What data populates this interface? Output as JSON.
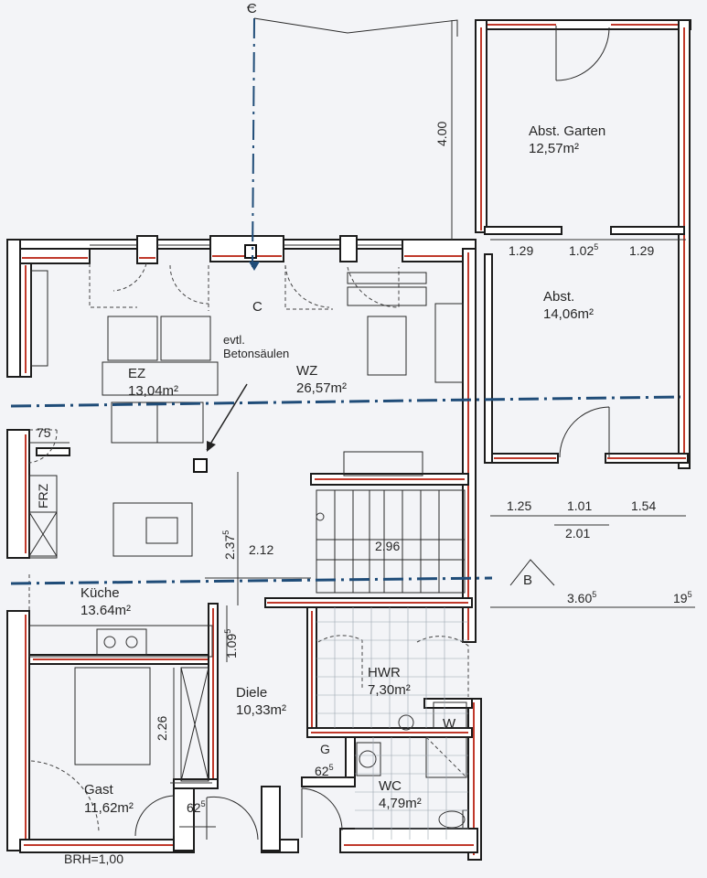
{
  "rooms": {
    "garden": {
      "name": "Abst. Garten",
      "area": "12,57m²"
    },
    "abst": {
      "name": "Abst.",
      "area": "14,06m²"
    },
    "ez": {
      "name": "EZ",
      "area": "13,04m²"
    },
    "wz": {
      "name": "WZ",
      "area": "26,57m²"
    },
    "kueche": {
      "name": "Küche",
      "area": "13.64m²"
    },
    "diele": {
      "name": "Diele",
      "area": "10,33m²"
    },
    "hwr": {
      "name": "HWR",
      "area": "7,30m²"
    },
    "wc": {
      "name": "WC",
      "area": "4,79m²"
    },
    "gast": {
      "name": "Gast",
      "area": "11,62m²"
    }
  },
  "labels": {
    "section_c": "C",
    "section_b": "B",
    "column_note_1": "evtl.",
    "column_note_2": "Betonsäulen",
    "frz": "FRZ",
    "w": "W",
    "g": "G",
    "brh": "BRH=1,00"
  },
  "dimensions": {
    "d400": "4.00",
    "d129a": "1.29",
    "d1025": "1.02",
    "d1025_sup": "5",
    "d129b": "1.29",
    "d125": "1.25",
    "d101": "1.01",
    "d154": "1.54",
    "d201": "2.01",
    "d3605": "3.60",
    "d3605_sup": "5",
    "d195": "19",
    "d195_sup": "5",
    "d75": "75",
    "d2375": "2.37",
    "d2375_sup": "5",
    "d212": "2.12",
    "d296": "2.96",
    "d1095": "1.09",
    "d1095_sup": "5",
    "d226": "2.26",
    "d625a": "62",
    "d625a_sup": "5",
    "d625b": "62",
    "d625b_sup": "5"
  },
  "colors": {
    "paper": "#f3f4f7",
    "wall_hatch": "#c0392b",
    "axis_line": "#1f4c78"
  }
}
